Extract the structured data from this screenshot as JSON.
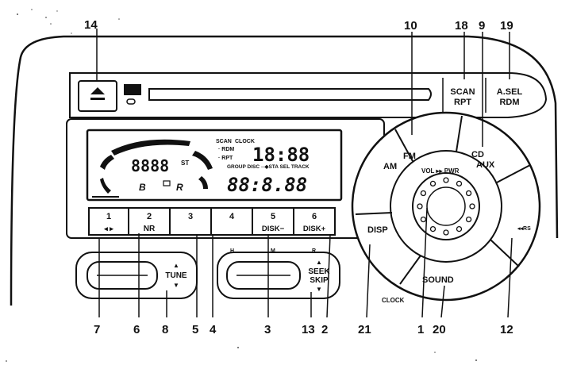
{
  "callouts": {
    "c14": "14",
    "c10": "10",
    "c18": "18",
    "c9": "9",
    "c19": "19",
    "c7": "7",
    "c6": "6",
    "c8": "8",
    "c5": "5",
    "c4": "4",
    "c3": "3",
    "c13": "13",
    "c2": "2",
    "c21": "21",
    "c1": "1",
    "c20": "20",
    "c12": "12"
  },
  "top_buttons": {
    "scan": "SCAN",
    "rpt": "RPT",
    "asel": "A.SEL",
    "rdm": "RDM"
  },
  "display": {
    "scan": "SCAN",
    "clock": "CLOCK",
    "rdm": "· RDM",
    "rpt": "· RPT",
    "info": "GROUP DISC ─◆STA SEL TRACK",
    "clock_digits": "18:88",
    "freq_digits": "8888",
    "st": "ST",
    "b": "B",
    "r": "R",
    "bottom_digits": "88:8.88"
  },
  "presets": [
    {
      "num": "1",
      "sub": "◂ ▸"
    },
    {
      "num": "2",
      "sub": "NR"
    },
    {
      "num": "3",
      "sub": ""
    },
    {
      "num": "4",
      "sub": ""
    },
    {
      "num": "5",
      "sub": "DISK−"
    },
    {
      "num": "6",
      "sub": "DISK+"
    }
  ],
  "tune": {
    "label": "TUNE",
    "up": "▲",
    "down": "▼"
  },
  "seek": {
    "h": "H",
    "m": "M",
    "r": "R",
    "up": "▲",
    "seek": "SEEK",
    "skip": "SKIP",
    "down": "▼"
  },
  "dial": {
    "fm": "FM",
    "am": "AM",
    "cd": "CD",
    "aux": "AUX",
    "vol": "VOL ▸▸ PWR",
    "disp": "DISP",
    "sound": "SOUND",
    "clock": "CLOCK",
    "rew": "◂◂RS"
  }
}
